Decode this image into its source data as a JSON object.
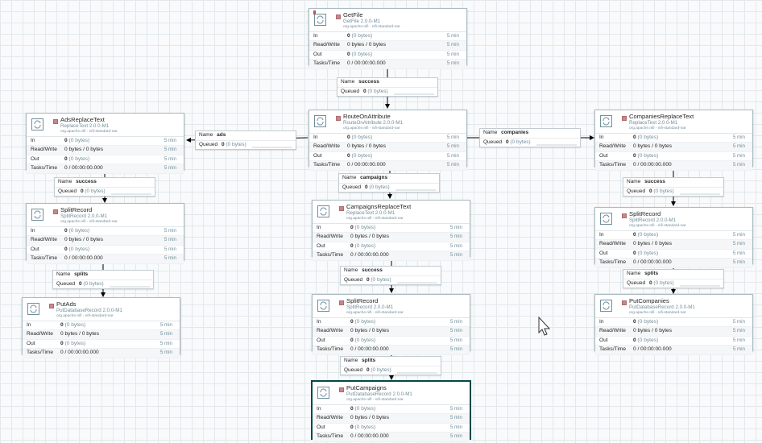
{
  "stat_labels": {
    "in": "In",
    "rw": "Read/Write",
    "out": "Out",
    "tasks": "Tasks/Time"
  },
  "conn_labels": {
    "name": "Name",
    "queued": "Queued"
  },
  "processors": [
    {
      "id": "getfile",
      "name": "GetFile",
      "type": "GetFile 2.0.0-M1",
      "bundle": "org.apache.nifi - nifi-standard-nar",
      "warning": true,
      "in": "0",
      "in_b": "(0 bytes)",
      "rw": "0 bytes / 0 bytes",
      "out": "0",
      "out_b": "(0 bytes)",
      "tasks": "0 / 00:00:00.000",
      "time": "5 min"
    },
    {
      "id": "route",
      "name": "RouteOnAttribute",
      "type": "RouteOnAttribute 2.0.0-M1",
      "bundle": "org.apache.nifi - nifi-standard-nar",
      "in": "0",
      "in_b": "(0 bytes)",
      "rw": "0 bytes / 0 bytes",
      "out": "0",
      "out_b": "(0 bytes)",
      "tasks": "0 / 00:00:00.000",
      "time": "5 min"
    },
    {
      "id": "adsreplace",
      "name": "AdsReplaceText",
      "type": "ReplaceText 2.0.0-M1",
      "bundle": "org.apache.nifi - nifi-standard-nar",
      "in": "0",
      "in_b": "(0 bytes)",
      "rw": "0 bytes / 0 bytes",
      "out": "0",
      "out_b": "(0 bytes)",
      "tasks": "0 / 00:00:00.000",
      "time": "5 min"
    },
    {
      "id": "splitads",
      "name": "SplitRecord",
      "type": "SplitRecord 2.0.0-M1",
      "bundle": "org.apache.nifi - nifi-standard-nar",
      "in": "0",
      "in_b": "(0 bytes)",
      "rw": "0 bytes / 0 bytes",
      "out": "0",
      "out_b": "(0 bytes)",
      "tasks": "0 / 00:00:00.000",
      "time": "5 min"
    },
    {
      "id": "putads",
      "name": "PutAds",
      "type": "PutDatabaseRecord 2.0.0-M1",
      "bundle": "org.apache.nifi - nifi-standard-nar",
      "in": "0",
      "in_b": "(0 bytes)",
      "rw": "0 bytes / 0 bytes",
      "out": "0",
      "out_b": "(0 bytes)",
      "tasks": "0 / 00:00:00.000",
      "time": "5 min"
    },
    {
      "id": "campreplace",
      "name": "CampaignsReplaceText",
      "type": "ReplaceText 2.0.0-M1",
      "bundle": "org.apache.nifi - nifi-standard-nar",
      "in": "0",
      "in_b": "(0 bytes)",
      "rw": "0 bytes / 0 bytes",
      "out": "0",
      "out_b": "(0 bytes)",
      "tasks": "0 / 00:00:00.000",
      "time": "5 min"
    },
    {
      "id": "splitcamp",
      "name": "SplitRecord",
      "type": "SplitRecord 2.0.0-M1",
      "bundle": "org.apache.nifi - nifi-standard-nar",
      "in": "0",
      "in_b": "(0 bytes)",
      "rw": "0 bytes / 0 bytes",
      "out": "0",
      "out_b": "(0 bytes)",
      "tasks": "0 / 00:00:00.000",
      "time": "5 min"
    },
    {
      "id": "putcamp",
      "name": "PutCampaigns",
      "type": "PutDatabaseRecord 2.0.0-M1",
      "bundle": "org.apache.nifi - nifi-standard-nar",
      "in": "0",
      "in_b": "(0 bytes)",
      "rw": "0 bytes / 0 bytes",
      "out": "0",
      "out_b": "(0 bytes)",
      "tasks": "0 / 00:00:00.000",
      "time": "5 min"
    },
    {
      "id": "compreplace",
      "name": "CompaniesReplaceText",
      "type": "ReplaceText 2.0.0-M1",
      "bundle": "org.apache.nifi - nifi-standard-nar",
      "in": "0",
      "in_b": "(0 bytes)",
      "rw": "0 bytes / 0 bytes",
      "out": "0",
      "out_b": "(0 bytes)",
      "tasks": "0 / 00:00:00.000",
      "time": "5 min"
    },
    {
      "id": "splitcomp",
      "name": "SplitRecord",
      "type": "SplitRecord 2.0.0-M1",
      "bundle": "org.apache.nifi - nifi-standard-nar",
      "in": "0",
      "in_b": "(0 bytes)",
      "rw": "0 bytes / 0 bytes",
      "out": "0",
      "out_b": "(0 bytes)",
      "tasks": "0 / 00:00:00.000",
      "time": "5 min"
    },
    {
      "id": "putcomp",
      "name": "PutCompanies",
      "type": "PutDatabaseRecord 2.0.0-M1",
      "bundle": "org.apache.nifi - nifi-standard-nar",
      "in": "0",
      "in_b": "(0 bytes)",
      "rw": "0 bytes / 0 bytes",
      "out": "0",
      "out_b": "(0 bytes)",
      "tasks": "0 / 00:00:00.000",
      "time": "5 min"
    }
  ],
  "connections": [
    {
      "id": "c-getfile-route",
      "name": "success",
      "queued": "0",
      "queued_b": "(0 bytes)"
    },
    {
      "id": "c-route-ads",
      "name": "ads",
      "queued": "0",
      "queued_b": "(0 bytes)"
    },
    {
      "id": "c-route-companies",
      "name": "companies",
      "queued": "0",
      "queued_b": "(0 bytes)"
    },
    {
      "id": "c-route-campaigns",
      "name": "campaigns",
      "queued": "0",
      "queued_b": "(0 bytes)"
    },
    {
      "id": "c-ads-split",
      "name": "success",
      "queued": "0",
      "queued_b": "(0 bytes)"
    },
    {
      "id": "c-splitads-put",
      "name": "splits",
      "queued": "0",
      "queued_b": "(0 bytes)"
    },
    {
      "id": "c-camp-split",
      "name": "success",
      "queued": "0",
      "queued_b": "(0 bytes)"
    },
    {
      "id": "c-splitcamp-put",
      "name": "splits",
      "queued": "0",
      "queued_b": "(0 bytes)"
    },
    {
      "id": "c-comp-split",
      "name": "success",
      "queued": "0",
      "queued_b": "(0 bytes)"
    },
    {
      "id": "c-splitcomp-put",
      "name": "splits",
      "queued": "0",
      "queued_b": "(0 bytes)"
    }
  ]
}
